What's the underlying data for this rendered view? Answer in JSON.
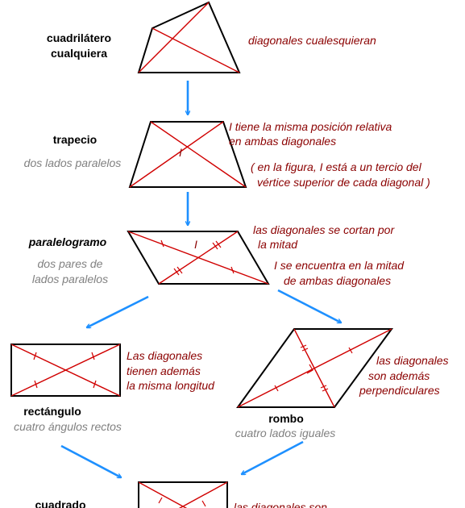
{
  "nodes": {
    "cualquiera": {
      "name_lines": [
        "cuadrilátero",
        "cualquiera"
      ],
      "note_lines": [
        "diagonales cualesquieran"
      ]
    },
    "trapecio": {
      "name": "trapecio",
      "sub": "dos lados paralelos",
      "point_label": "I",
      "note_lines": [
        "I tiene la misma posición relativa",
        "en ambas diagonales"
      ],
      "note2_lines": [
        "( en la figura, I está a un tercio del",
        "vértice superior de cada diagonal )"
      ]
    },
    "paralelogramo": {
      "name": "paralelogramo",
      "sub_lines": [
        "dos pares de",
        "lados paralelos"
      ],
      "point_label": "I",
      "note_lines": [
        "las diagonales se cortan por",
        "la mitad"
      ],
      "note2_lines": [
        "I se encuentra en la mitad",
        "de ambas diagonales"
      ]
    },
    "rectangulo": {
      "name": "rectángulo",
      "sub": "cuatro ángulos rectos",
      "note_lines": [
        "Las diagonales",
        "tienen además",
        "la misma longitud"
      ]
    },
    "rombo": {
      "name": "rombo",
      "sub": "cuatro lados iguales",
      "note_lines": [
        "las diagonales",
        "son además",
        "perpendiculares"
      ]
    },
    "cuadrado": {
      "name": "cuadrado",
      "note_lines": [
        "las diagonales son"
      ]
    }
  },
  "colors": {
    "note": "#8b0000",
    "subtitle": "#808080",
    "diagonal": "#d00000",
    "arrow": "#1e90ff",
    "outline": "#000000"
  },
  "icons": [
    "arrow-down-icon",
    "arrow-down-left-icon",
    "arrow-down-right-icon"
  ]
}
